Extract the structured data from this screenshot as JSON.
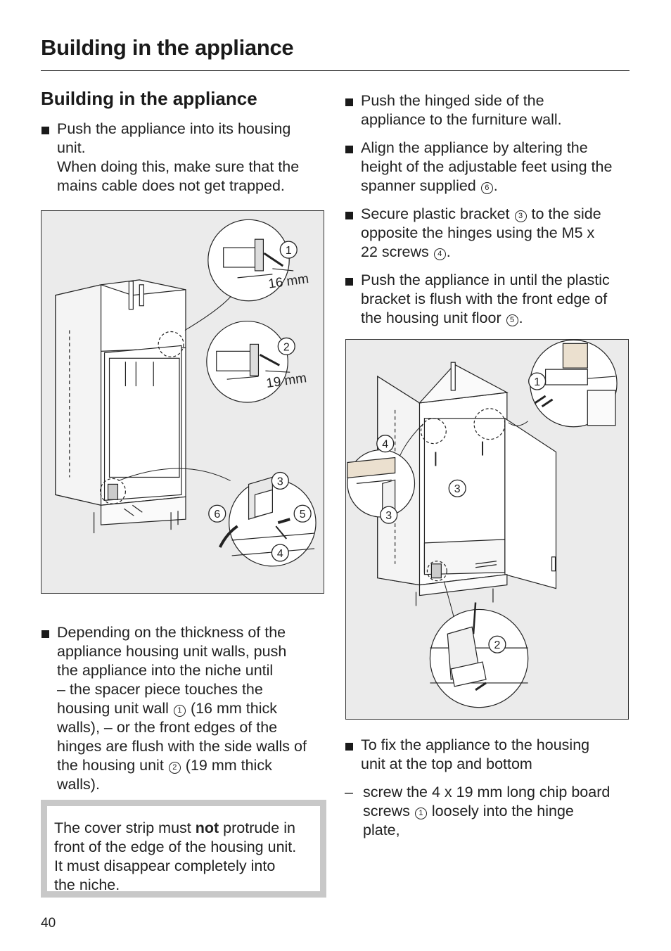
{
  "header": {
    "title": "Building in the appliance"
  },
  "section": {
    "heading": "Building in the appliance"
  },
  "left_column": {
    "step1": {
      "lines": [
        "Push the appliance into its housing",
        "unit.",
        "When doing this, make sure that the",
        "mains cable does not get trapped."
      ]
    },
    "step2": {
      "l1": "Depending on the thickness of the",
      "l2": "appliance housing unit walls, push",
      "l3": "the appliance into the niche until",
      "l4": "– the spacer piece touches the",
      "l5a": "housing unit wall",
      "l5m": "1",
      "l5b": "(16 mm thick",
      "l6": "walls), – or the front edges of the",
      "l7": "hinges are flush with the side walls of",
      "l8a": "the housing unit",
      "l8m": "2",
      "l8b": "(19 mm thick",
      "l9": "walls)."
    }
  },
  "figure1": {
    "markers": [
      "1",
      "2",
      "3",
      "4",
      "5",
      "6"
    ],
    "labels": {
      "m16": "16 mm",
      "m19": "19 mm"
    }
  },
  "note": {
    "pre": "The cover strip must ",
    "bold": "not",
    "post": " protrude in",
    "l2": "front of the edge of the housing unit.",
    "l3": "It must disappear completely into",
    "l4": "the niche."
  },
  "right_column": {
    "b1": [
      "Push the hinged side of the",
      "appliance to the furniture wall."
    ],
    "b2": {
      "l1": "Align the appliance by altering the",
      "l2": "height of the adjustable feet using the",
      "l3a": "spanner supplied",
      "l3m": "6",
      "l3b": "."
    },
    "b3": {
      "l1a": "Secure plastic bracket",
      "l1m": "3",
      "l1b": "to the side",
      "l2": "opposite the hinges using the M5 x",
      "l3a": "22 screws",
      "l3m": "4",
      "l3b": "."
    },
    "b4": {
      "l1": "Push the appliance in until the plastic",
      "l2": "bracket is flush with the front edge of",
      "l3a": "the housing unit floor",
      "l3m": "5",
      "l3b": "."
    },
    "b5": [
      "To fix the appliance to the housing",
      "unit at the top and bottom"
    ],
    "d1": {
      "l1": "screw the 4 x 19 mm long chip board",
      "l2a": "screws",
      "l2m": "1",
      "l2b": "loosely into the hinge",
      "l3": "plate,"
    }
  },
  "figure2": {
    "markers": [
      "1",
      "2",
      "3",
      "3",
      "4"
    ]
  },
  "footer": {
    "page_number": "40"
  }
}
